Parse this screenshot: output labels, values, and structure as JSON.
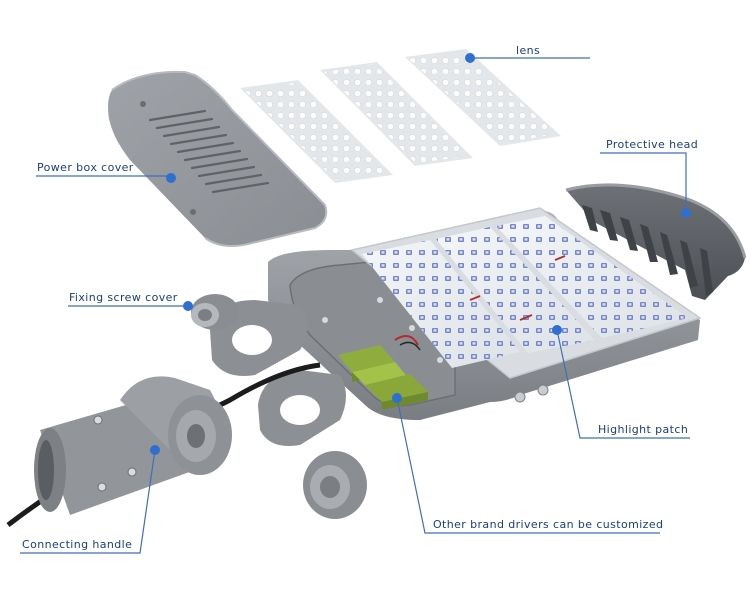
{
  "callouts": {
    "lens": "lens",
    "protective_head": "Protective head",
    "power_box_cover": "Power box cover",
    "fixing_screw_cover": "Fixing screw cover",
    "highlight_patch": "Highlight patch",
    "connecting_handle": "Connecting handle",
    "drivers": "Other brand drivers can be customized"
  },
  "colors": {
    "label_text": "#1a3f78",
    "callout_line": "#3f6fb8",
    "callout_dot": "#2f6fd0",
    "housing_gray": "#8e9297",
    "lens_white": "#eef1f3",
    "led_blue": "#6d7fc4",
    "driver_green": "#8aa83a"
  },
  "icons": [
    "callout-dot",
    "led-chip",
    "screw-head"
  ]
}
